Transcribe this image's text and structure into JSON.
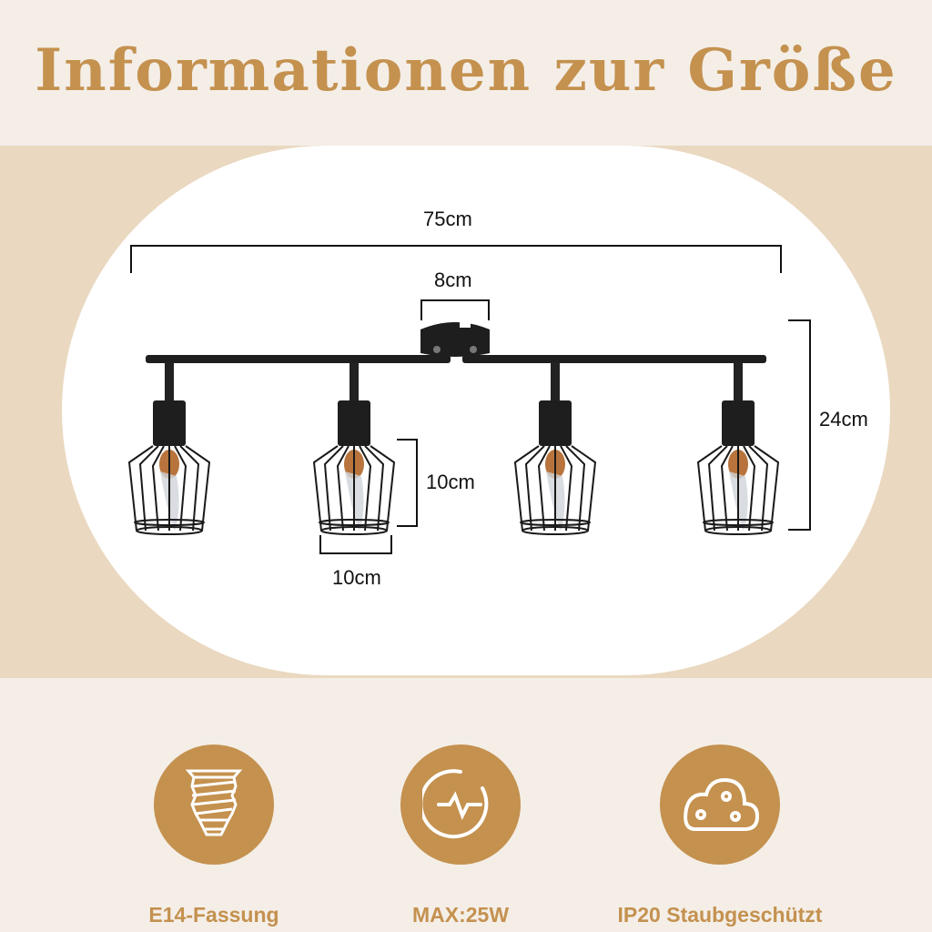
{
  "title": "Informationen zur Größe",
  "dimensions": {
    "total_width": "75cm",
    "canopy_width": "8cm",
    "height": "24cm",
    "shade_height": "10cm",
    "shade_width": "10cm"
  },
  "features": [
    {
      "icon": "bulb-socket-icon",
      "label": "E14-Fassung"
    },
    {
      "icon": "power-pulse-icon",
      "label": "MAX:25W"
    },
    {
      "icon": "dust-cloud-icon",
      "label": "IP20 Staubgeschützt"
    }
  ],
  "colors": {
    "accent": "#c4914f",
    "band": "#ead8c0",
    "background": "#f4eee7"
  }
}
